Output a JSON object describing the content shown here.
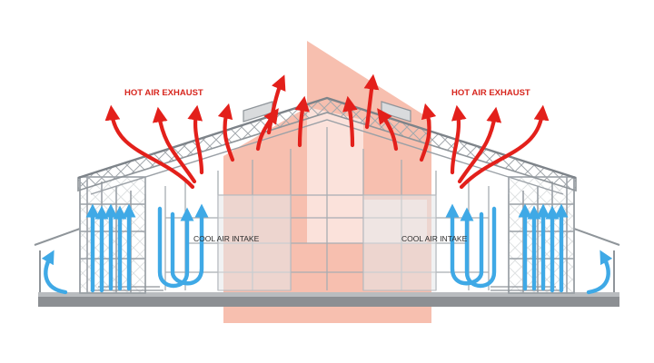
{
  "labels": {
    "hot_left": "HOT AIR EXHAUST",
    "hot_right": "HOT AIR EXHAUST",
    "cool_left": "COOL AIR INTAKE",
    "cool_right": "COOL AIR INTAKE"
  },
  "colors": {
    "hot_arrow": "#e3201b",
    "hot_label": "#d7261e",
    "cool_arrow": "#3fa9e6",
    "cool_label": "#2b2b2b",
    "structure": "#9aa0a6",
    "overlay": "#f08a6e",
    "slab": "#8c8f93"
  },
  "icons": {
    "hot": "red-up-curved-arrow",
    "cool": "blue-up-arrow"
  }
}
